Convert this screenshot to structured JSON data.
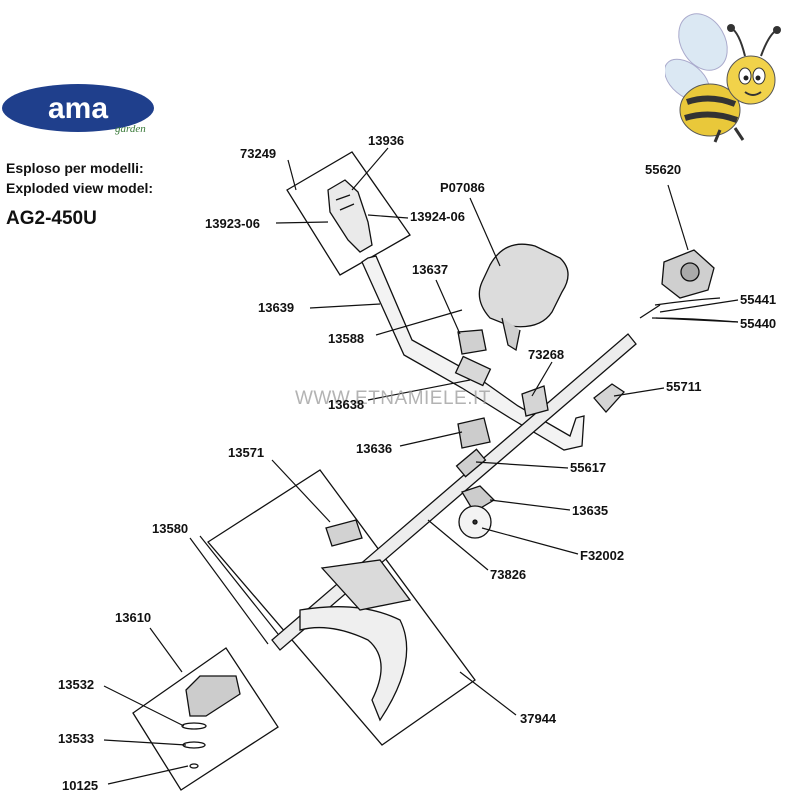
{
  "brand": {
    "logo_text": "ama",
    "logo_sub": "garden",
    "logo_color": "#1f3f8c"
  },
  "header": {
    "line1": "Esploso per modelli:",
    "line2": "Exploded view model:",
    "model": "AG2-450U"
  },
  "watermark": "WWW.ETNAMIELE.IT",
  "parts": {
    "p73249": "73249",
    "p13936": "13936",
    "p13923": "13923-06",
    "p13924": "13924-06",
    "p07086": "P07086",
    "p55620": "55620",
    "p13637": "13637",
    "p13639": "13639",
    "p13588": "13588",
    "p55441": "55441",
    "p55440": "55440",
    "p73268": "73268",
    "p55711": "55711",
    "p13638": "13638",
    "p13636": "13636",
    "p55617": "55617",
    "p13571": "13571",
    "p13635": "13635",
    "p13580": "13580",
    "pF32002": "F32002",
    "p73826": "73826",
    "p13610": "13610",
    "p13532": "13532",
    "p37944": "37944",
    "p13533": "13533",
    "p10125": "10125"
  }
}
